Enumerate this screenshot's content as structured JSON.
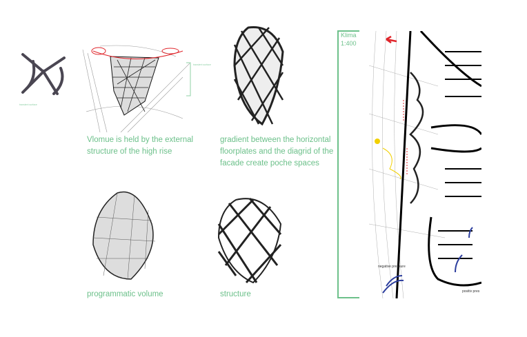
{
  "captions": {
    "volume_held": "Vlomue is held by the external structure of the high rise",
    "gradient": "gradient between the horizontal floorplates and the diagrid of the facade create poche spaces",
    "programmatic": "programmatic volume",
    "structure": "structure"
  },
  "section": {
    "title": "Klima",
    "scale": "1:400",
    "negative_label": "negative pressure",
    "positive_label": "positiv pres"
  },
  "small_labels": {
    "detail": "transient surface",
    "bracket": "transient surface"
  },
  "colors": {
    "accent": "#6cc08a",
    "red": "#e0242a",
    "blue": "#2c3e9e",
    "yellow": "#f2d000"
  }
}
